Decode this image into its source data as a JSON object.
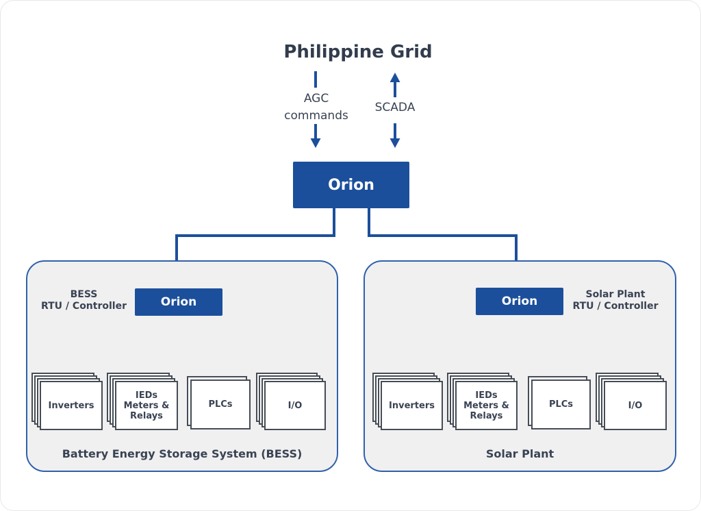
{
  "colors": {
    "accent_blue": "#1c4f9b",
    "panel_fill": "#f0f0f1",
    "panel_border": "#3060aa",
    "text_dark": "#3a4353",
    "sheet_border": "#454c55"
  },
  "diagram": {
    "title": "Philippine Grid",
    "agc_label": "AGC\ncommands",
    "scada_label": "SCADA",
    "main_controller_label": "Orion",
    "panels": [
      {
        "side_label": "BESS\nRTU / Controller",
        "controller_label": "Orion",
        "devices": [
          {
            "label": "Inverters"
          },
          {
            "label": "IEDs\nMeters &\nRelays"
          },
          {
            "label": "PLCs"
          },
          {
            "label": "I/O"
          }
        ],
        "caption": "Battery Energy Storage System (BESS)"
      },
      {
        "side_label": "Solar Plant\nRTU / Controller",
        "controller_label": "Orion",
        "devices": [
          {
            "label": "Inverters"
          },
          {
            "label": "IEDs\nMeters &\nRelays"
          },
          {
            "label": "PLCs"
          },
          {
            "label": "I/O"
          }
        ],
        "caption": "Solar Plant"
      }
    ]
  }
}
